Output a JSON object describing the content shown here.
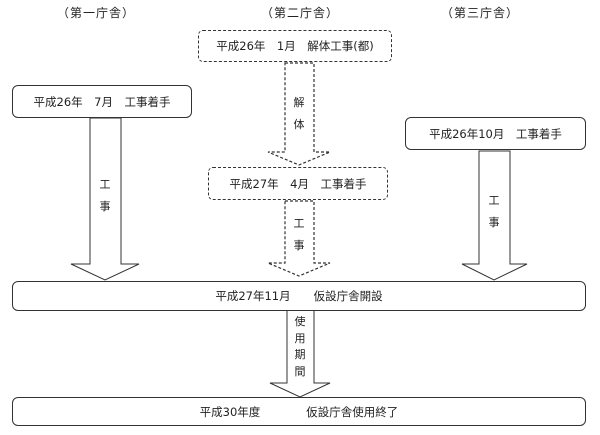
{
  "headers": {
    "first": "（第一庁舎）",
    "second": "（第二庁舎）",
    "third": "（第三庁舎）"
  },
  "boxes": {
    "demolition": "平成26年　1月　解体工事(都)",
    "first_start": "平成26年　7月　工事着手",
    "second_start": "平成27年　4月　工事着手",
    "third_start": "平成26年10月　工事着手",
    "temp_open": "平成27年11月　　仮設庁舎開設",
    "temp_end": "平成30年度　　　　仮設庁舎使用終了"
  },
  "arrow_labels": {
    "first_construction": [
      "工",
      "事"
    ],
    "second_demolition": [
      "解",
      "体"
    ],
    "second_construction": [
      "工",
      "事"
    ],
    "third_construction": [
      "工",
      "事"
    ],
    "usage_period": [
      "使",
      "用",
      "期",
      "間"
    ]
  }
}
